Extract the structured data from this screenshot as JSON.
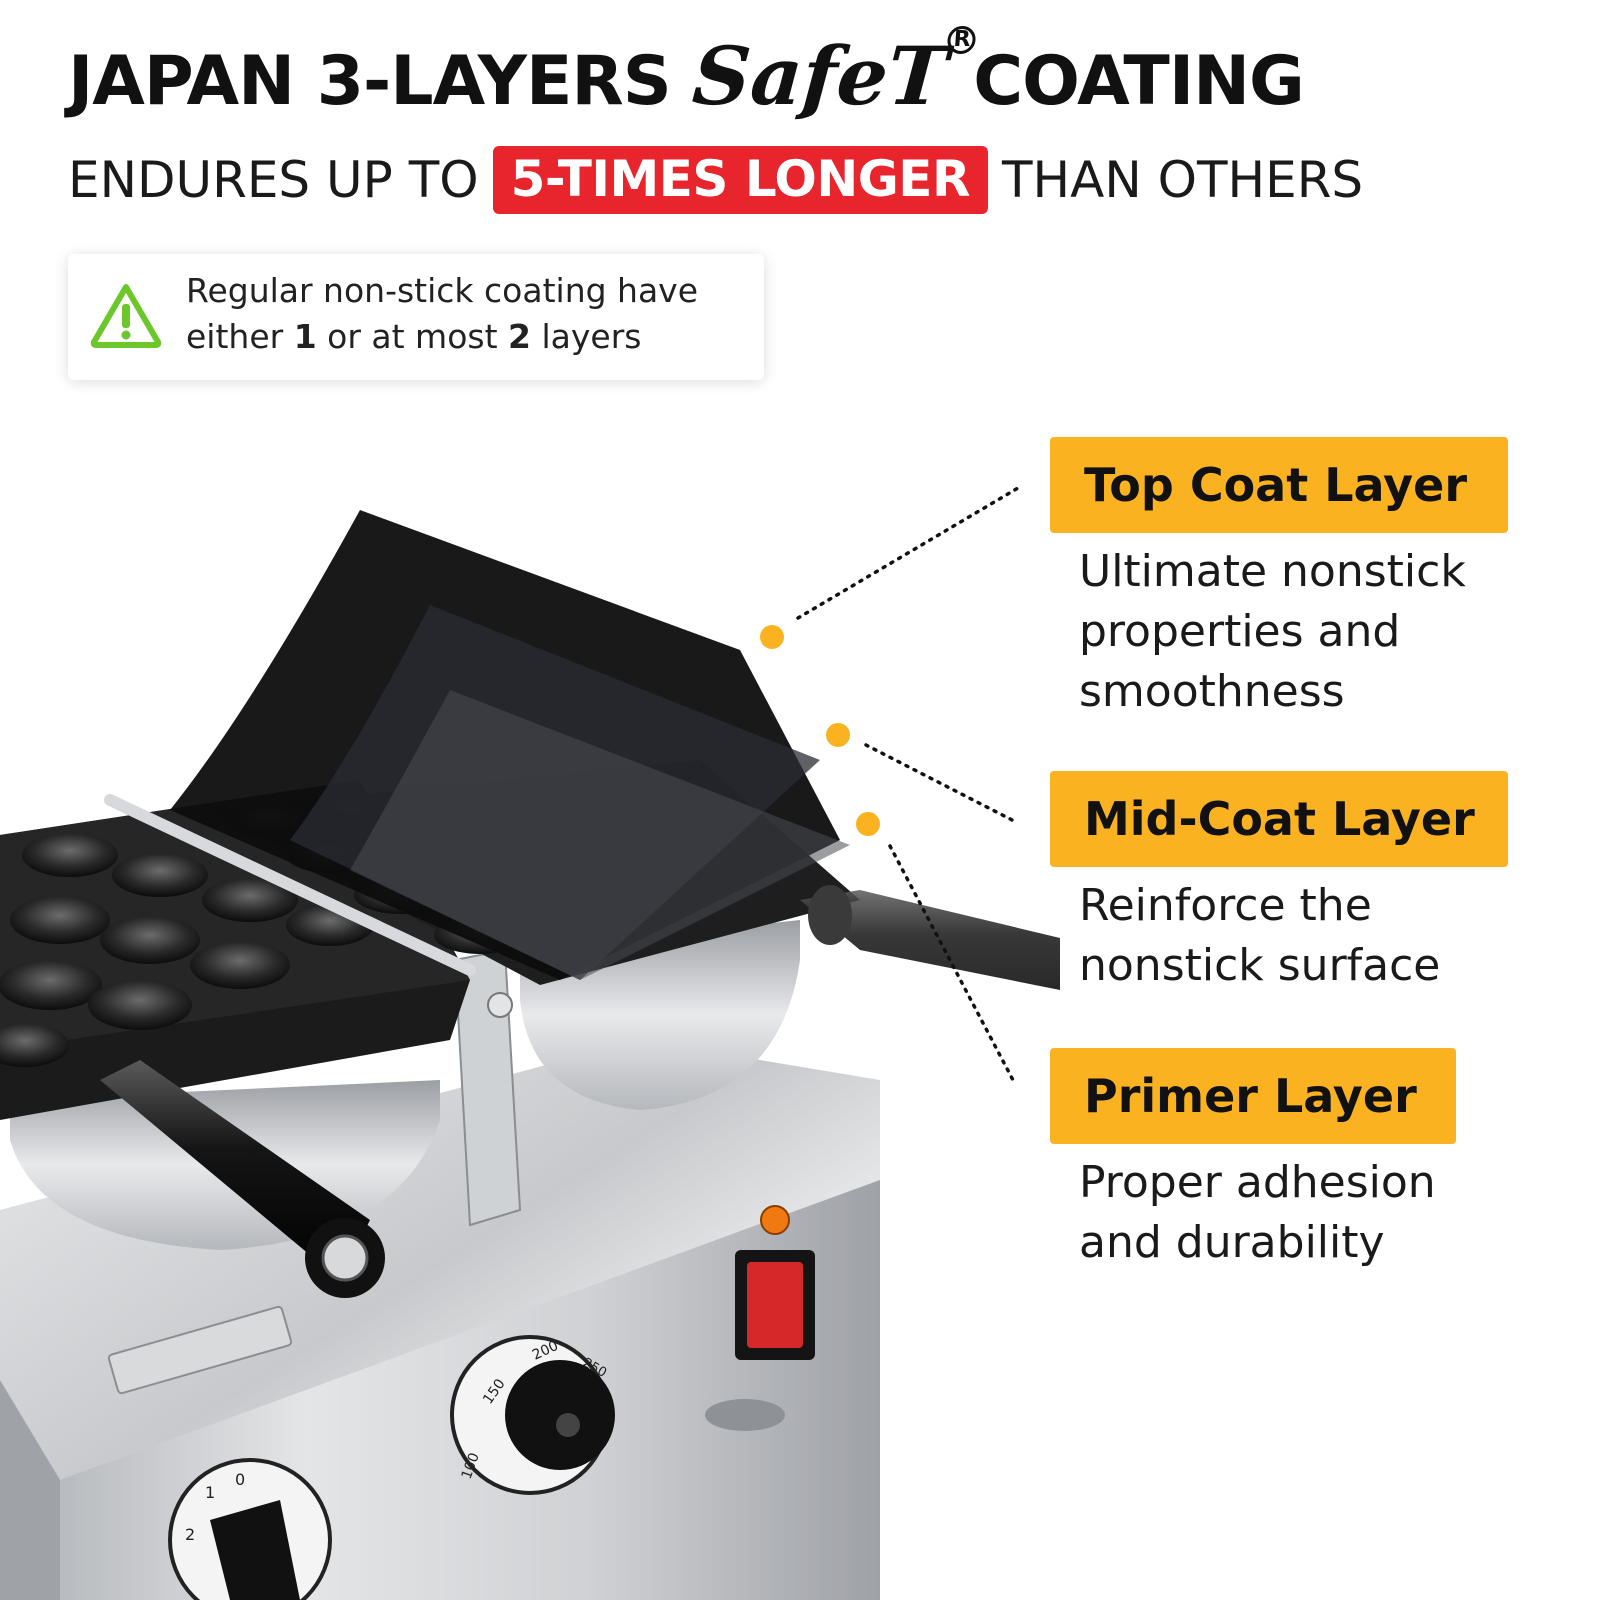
{
  "headline": {
    "prefix": "JAPAN 3-LAYERS",
    "brand": "SafeT",
    "registered": "R",
    "suffix": "COATING"
  },
  "subline": {
    "before": "ENDURES UP TO",
    "highlight": "5-TIMES LONGER",
    "after": "THAN OTHERS"
  },
  "note": {
    "icon": "warning-triangle-icon",
    "line1": "Regular non-stick coating have",
    "line2_a": "either ",
    "line2_num1": "1",
    "line2_b": " or at most ",
    "line2_num2": "2",
    "line2_c": " layers"
  },
  "layers": [
    {
      "title": "Top Coat Layer",
      "desc_lines": [
        "Ultimate nonstick",
        "properties and",
        "smoothness"
      ]
    },
    {
      "title": "Mid-Coat Layer",
      "desc_lines": [
        "Reinforce the",
        "nonstick surface"
      ]
    },
    {
      "title": "Primer Layer",
      "desc_lines": [
        "Proper adhesion",
        "and durability"
      ]
    }
  ],
  "dial": {
    "marks": [
      "100",
      "150",
      "200",
      "250"
    ],
    "timer_marks": [
      "0",
      "1",
      "2"
    ]
  },
  "colors": {
    "accent_orange": "#fbb221",
    "highlight_red": "#e8242d",
    "warning_green": "#6cc72b",
    "indicator_lamp": "#f07a12",
    "switch_red": "#d62828"
  }
}
